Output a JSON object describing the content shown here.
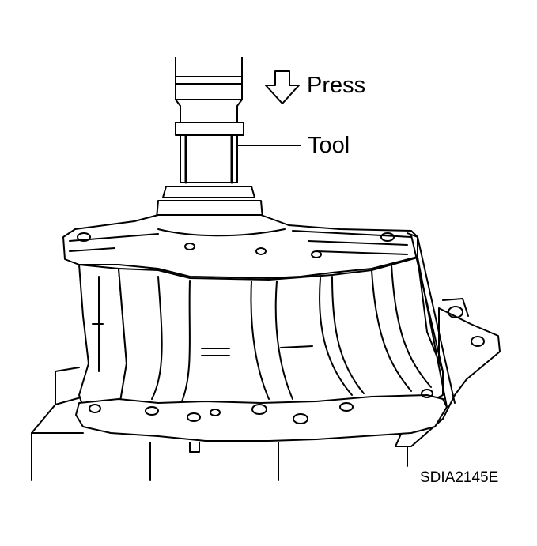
{
  "labels": {
    "press": "Press",
    "tool": "Tool",
    "code": "SDIA2145E"
  },
  "colors": {
    "line": "#000000",
    "background": "#ffffff"
  }
}
